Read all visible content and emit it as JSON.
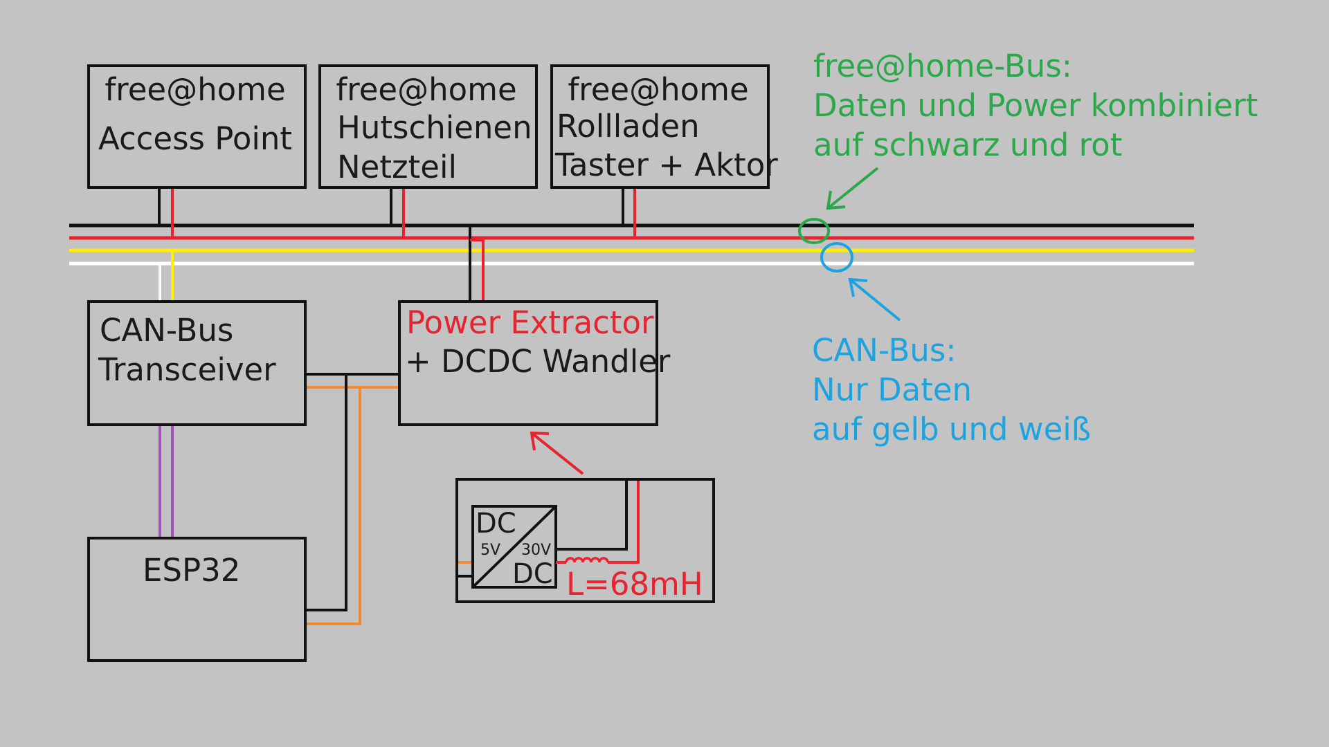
{
  "colors": {
    "background": "#c3c3c3",
    "wire_black": "#111111",
    "wire_red": "#e6232e",
    "wire_yellow": "#ffee00",
    "wire_white": "#ffffff",
    "wire_orange": "#f28a30",
    "wire_purple": "#a054b8",
    "annotation_green": "#2aa84a",
    "annotation_blue": "#1ca3e0"
  },
  "boxes": {
    "access_point": {
      "line1": "free@home",
      "line2": "Access Point"
    },
    "netzteil": {
      "line1": "free@home",
      "line2": "Hutschienen",
      "line3": "Netzteil"
    },
    "rollladen": {
      "line1": "free@home",
      "line2": "Rollladen",
      "line3": "Taster + Aktor"
    },
    "can_transceiver": {
      "line1": "CAN-Bus",
      "line2": "Transceiver"
    },
    "power_extractor": {
      "line1": "Power Extractor",
      "line2": "+ DCDC Wandler"
    },
    "esp32": {
      "line1": "ESP32"
    },
    "dcdc_detail": {
      "dc_top": "DC",
      "dc_bottom": "DC",
      "v_in": "5V",
      "v_out": "30V",
      "inductor": "L=68mH"
    }
  },
  "annotations": {
    "fah_bus": {
      "line1": "free@home-Bus:",
      "line2": "Daten und Power kombiniert",
      "line3": "auf schwarz und rot"
    },
    "can_bus": {
      "line1": "CAN-Bus:",
      "line2": "Nur Daten",
      "line3": "auf gelb und weiß"
    }
  }
}
